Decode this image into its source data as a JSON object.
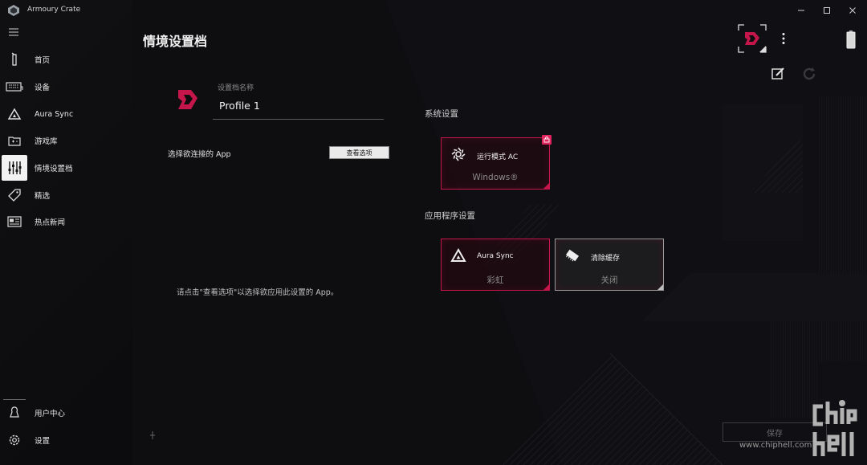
{
  "window": {
    "app_title": "Armoury Crate",
    "minimize_icon": "minimize-icon",
    "maximize_icon": "maximize-icon",
    "close_icon": "close-icon"
  },
  "sidebar": {
    "items": [
      {
        "label": "首页",
        "icon": "home-icon"
      },
      {
        "label": "设备",
        "icon": "keyboard-icon"
      },
      {
        "label": "Aura Sync",
        "icon": "aura-icon"
      },
      {
        "label": "游戏库",
        "icon": "game-library-icon"
      },
      {
        "label": "情境设置档",
        "icon": "sliders-icon",
        "active": true
      },
      {
        "label": "精选",
        "icon": "tag-icon"
      },
      {
        "label": "热点新闻",
        "icon": "news-icon"
      }
    ],
    "bottom_items": [
      {
        "label": "用户中心",
        "icon": "user-icon"
      },
      {
        "label": "设置",
        "icon": "gear-icon"
      }
    ]
  },
  "page": {
    "title": "情境设置档",
    "profile_name_label": "设置档名称",
    "profile_name_value": "Profile 1",
    "app_select_label": "选择欲连接的 App",
    "view_options_button": "查看选项",
    "hint": "请点击\"查看选项\"以选择欲应用此设置的 App。"
  },
  "system_settings": {
    "title": "系统设置",
    "tiles": [
      {
        "title": "运行模式 AC",
        "value": "Windows®",
        "icon": "operating-mode-icon"
      }
    ]
  },
  "app_settings": {
    "title": "应用程序设置",
    "tiles": [
      {
        "title": "Aura Sync",
        "value": "彩虹",
        "icon": "aura-icon"
      },
      {
        "title": "清除缓存",
        "value": "关闭",
        "icon": "memory-icon"
      }
    ]
  },
  "footer": {
    "save_button": "保存",
    "watermark_url": "www.chiphell.com"
  },
  "colors": {
    "accent": "#c4164a",
    "background": "#0c0c0e"
  }
}
